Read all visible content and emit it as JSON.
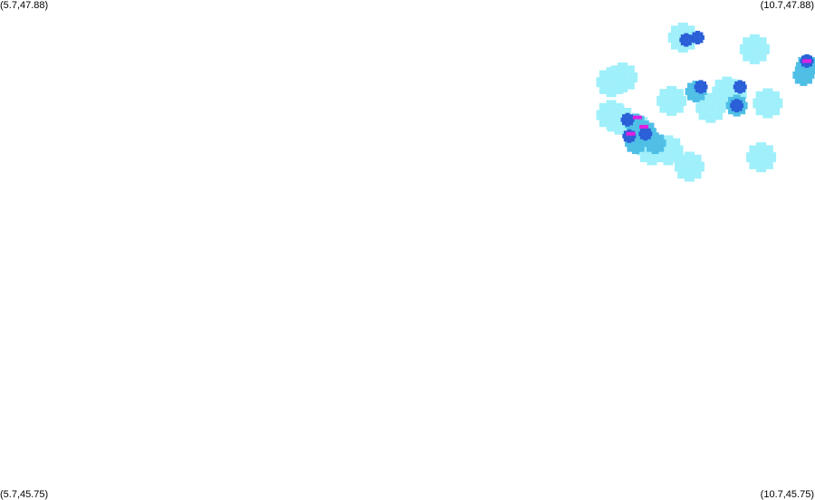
{
  "map": {
    "corners": {
      "top_left": "(5.7,47.88)",
      "top_right": "(10.7,47.88)",
      "bottom_left": "(5.7,45.75)",
      "bottom_right": "(10.7,45.75)"
    },
    "bounds": {
      "lon_min": 5.7,
      "lon_max": 10.7,
      "lat_min": 45.75,
      "lat_max": 47.88
    },
    "intensity_colors": {
      "light": "#9ff0fa",
      "moderate": "#4fbfe6",
      "heavy": "#2b5fd8",
      "very_heavy": "#1a2fb8",
      "extreme": "#e020e0"
    },
    "precipitation_cells": [
      {
        "lon": 9.89,
        "lat": 47.72,
        "level": "light"
      },
      {
        "lon": 9.91,
        "lat": 47.71,
        "level": "heavy"
      },
      {
        "lon": 9.98,
        "lat": 47.72,
        "level": "heavy"
      },
      {
        "lon": 10.33,
        "lat": 47.67,
        "level": "light"
      },
      {
        "lon": 10.65,
        "lat": 47.6,
        "level": "moderate"
      },
      {
        "lon": 10.65,
        "lat": 47.62,
        "level": "heavy"
      },
      {
        "lon": 10.65,
        "lat": 47.62,
        "level": "extreme"
      },
      {
        "lon": 10.63,
        "lat": 47.56,
        "level": "moderate"
      },
      {
        "lon": 9.45,
        "lat": 47.53,
        "level": "light"
      },
      {
        "lon": 9.52,
        "lat": 47.55,
        "level": "light"
      },
      {
        "lon": 9.97,
        "lat": 47.49,
        "level": "moderate"
      },
      {
        "lon": 10.0,
        "lat": 47.51,
        "level": "heavy"
      },
      {
        "lon": 10.19,
        "lat": 47.48,
        "level": "light"
      },
      {
        "lon": 10.16,
        "lat": 47.49,
        "level": "light"
      },
      {
        "lon": 10.24,
        "lat": 47.51,
        "level": "heavy"
      },
      {
        "lon": 10.22,
        "lat": 47.43,
        "level": "moderate"
      },
      {
        "lon": 10.22,
        "lat": 47.43,
        "level": "heavy"
      },
      {
        "lon": 10.06,
        "lat": 47.42,
        "level": "light"
      },
      {
        "lon": 10.41,
        "lat": 47.44,
        "level": "light"
      },
      {
        "lon": 9.82,
        "lat": 47.45,
        "level": "light"
      },
      {
        "lon": 9.5,
        "lat": 47.37,
        "level": "light"
      },
      {
        "lon": 9.6,
        "lat": 47.33,
        "level": "light"
      },
      {
        "lon": 9.6,
        "lat": 47.35,
        "level": "moderate"
      },
      {
        "lon": 9.55,
        "lat": 47.37,
        "level": "heavy"
      },
      {
        "lon": 9.66,
        "lat": 47.32,
        "level": "moderate"
      },
      {
        "lon": 9.66,
        "lat": 47.31,
        "level": "heavy"
      },
      {
        "lon": 9.56,
        "lat": 47.3,
        "level": "heavy"
      },
      {
        "lon": 9.57,
        "lat": 47.31,
        "level": "extreme"
      },
      {
        "lon": 9.61,
        "lat": 47.38,
        "level": "extreme"
      },
      {
        "lon": 9.65,
        "lat": 47.34,
        "level": "extreme"
      },
      {
        "lon": 9.6,
        "lat": 47.27,
        "level": "moderate"
      },
      {
        "lon": 9.7,
        "lat": 47.24,
        "level": "light"
      },
      {
        "lon": 9.72,
        "lat": 47.27,
        "level": "moderate"
      },
      {
        "lon": 9.45,
        "lat": 47.39,
        "level": "light"
      },
      {
        "lon": 9.8,
        "lat": 47.24,
        "level": "light"
      },
      {
        "lon": 9.93,
        "lat": 47.17,
        "level": "light"
      },
      {
        "lon": 10.37,
        "lat": 47.21,
        "level": "light"
      }
    ]
  }
}
